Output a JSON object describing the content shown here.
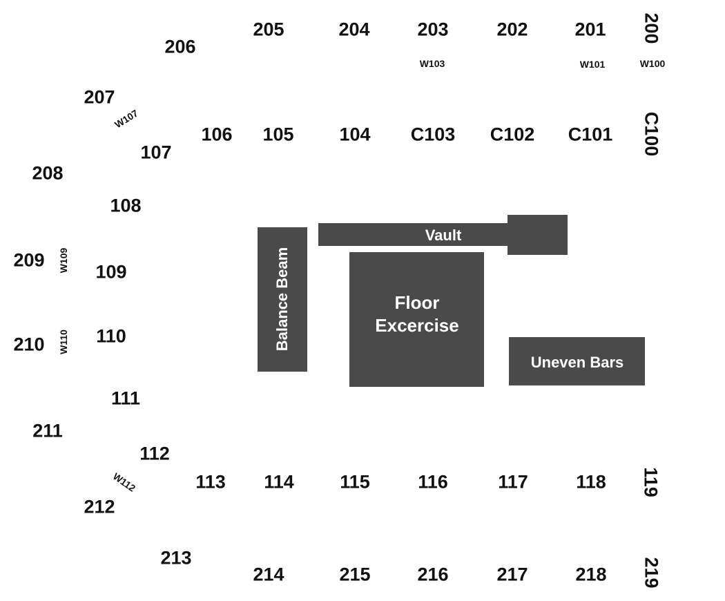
{
  "colors": {
    "floor_block": "#4a4a4a",
    "section_text": "#111111",
    "block_text": "#ffffff",
    "background": "#ffffff"
  },
  "sections": {
    "s205": "205",
    "s204": "204",
    "s203": "203",
    "s202": "202",
    "s201": "201",
    "s200": "200",
    "s206": "206",
    "s207": "207",
    "s208": "208",
    "s209": "209",
    "s210": "210",
    "s211": "211",
    "s212": "212",
    "s213": "213",
    "s214": "214",
    "s215": "215",
    "s216": "216",
    "s217": "217",
    "s218": "218",
    "s219": "219",
    "s106": "106",
    "s105": "105",
    "s104": "104",
    "c103": "C103",
    "c102": "C102",
    "c101": "C101",
    "c100": "C100",
    "s107": "107",
    "s108": "108",
    "s109": "109",
    "s110": "110",
    "s111": "111",
    "s112": "112",
    "s113": "113",
    "s114": "114",
    "s115": "115",
    "s116": "116",
    "s117": "117",
    "s118": "118",
    "s119": "119"
  },
  "walkways": {
    "w103": "W103",
    "w101": "W101",
    "w100": "W100",
    "w107": "W107",
    "w109": "W109",
    "w110": "W110",
    "w112": "W112"
  },
  "apparatus": {
    "vault": "Vault",
    "balance_beam": "Balance Beam",
    "floor_line1": "Floor",
    "floor_line2": "Excercise",
    "uneven_bars": "Uneven Bars"
  }
}
